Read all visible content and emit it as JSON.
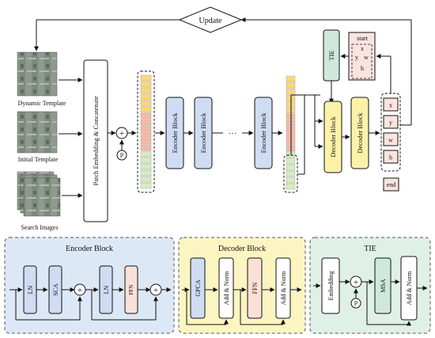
{
  "update_label": "Update",
  "images": {
    "dynamic_caption": "Dynamic Template",
    "initial_caption": "Initial Template",
    "search_caption": "Search Images"
  },
  "patch_embed_label": "Patch Embedding & Concatenate",
  "plus_symbol": "+",
  "pos_label": "P",
  "encoder_block_label": "Encoder Block",
  "ellipsis": "···",
  "decoder_block_label": "Decoder Block",
  "tie_label": "TIE",
  "coord_input": {
    "start": "start",
    "tokens": [
      "x",
      "y",
      "w",
      "h"
    ]
  },
  "coord_output": {
    "tokens": [
      "x",
      "y",
      "w",
      "h"
    ],
    "end": "end"
  },
  "encoder_panel": {
    "title": "Encoder Block",
    "ln": "LN",
    "sca": "SCA",
    "ffn": "FFN"
  },
  "decoder_panel": {
    "title": "Decoder Block",
    "gpca": "GPCA",
    "add_norm": "Add & Norm",
    "ffn": "FFN"
  },
  "tie_panel": {
    "title": "TIE",
    "embedding": "Embedding",
    "msa": "MSA",
    "add_norm": "Add & Norm"
  },
  "colors": {
    "encoder_fill": "#cfdcf2",
    "decoder_fill": "#fbf2a8",
    "tie_fill": "#cfe8dc",
    "ffn_fill": "#fbe0d8",
    "coord_fill": "#fbe3e0",
    "token_yellow": "#fbd77f",
    "token_pink": "#f6b9a5",
    "token_green": "#d6ecc4",
    "encoder_panel_bg": "#dde8f7",
    "decoder_panel_bg": "#fcf5c2",
    "tie_panel_bg": "#dff0e6"
  }
}
